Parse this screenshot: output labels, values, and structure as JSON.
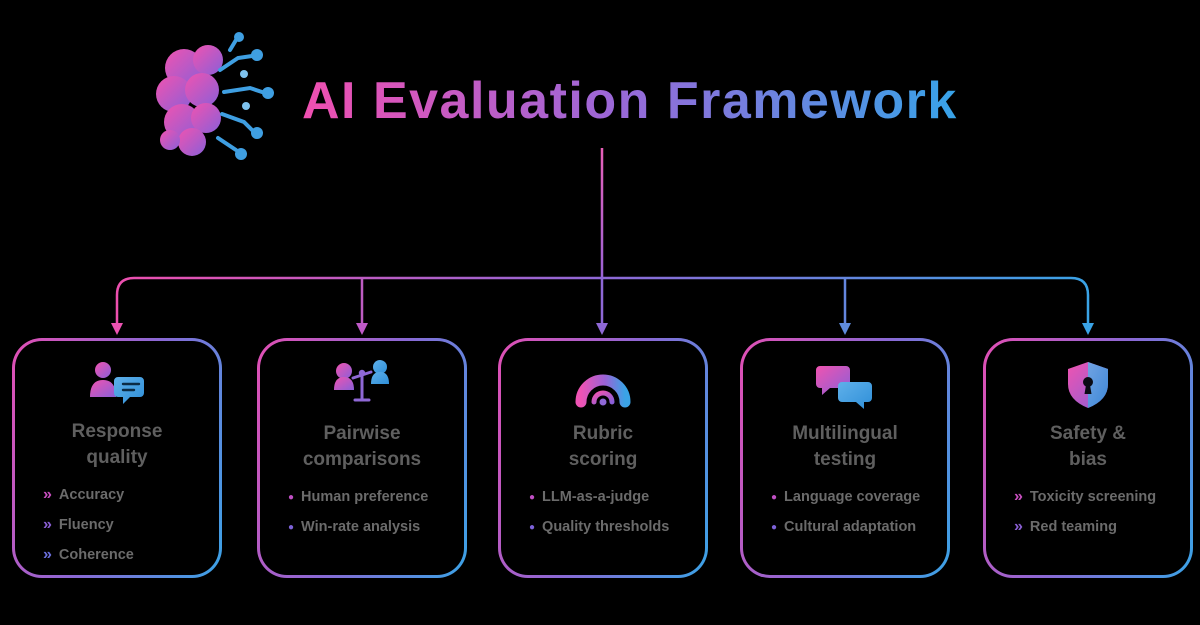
{
  "header": {
    "title": "AI Evaluation Framework",
    "logo_icon": "brain-circuit-icon"
  },
  "palette": {
    "pink": "#ee4fae",
    "purple": "#8a66d4",
    "blue": "#3aa3e6",
    "card_text_gray": "#5f5f5f",
    "bullet_text_gray": "#6b6b6b",
    "background": "#000000"
  },
  "cards": [
    {
      "id": "response-quality",
      "icon": "user-chat-icon",
      "title_lines": [
        "Response",
        "quality"
      ],
      "bullets": [
        {
          "glyph": "»",
          "color": "#c94fc0",
          "text": "Accuracy"
        },
        {
          "glyph": "»",
          "color": "#8a5fd4",
          "text": "Fluency"
        },
        {
          "glyph": "»",
          "color": "#6b6fdd",
          "text": "Coherence"
        }
      ]
    },
    {
      "id": "pairwise-comparisons",
      "icon": "scale-compare-icon",
      "title_lines": [
        "Pairwise",
        "comparisons"
      ],
      "bullets": [
        {
          "glyph": "●",
          "color": "#c04fc4",
          "text": "Human preference"
        },
        {
          "glyph": "●",
          "color": "#7d62d8",
          "text": "Win-rate analysis"
        }
      ]
    },
    {
      "id": "rubric-scoring",
      "icon": "gauge-icon",
      "title_lines": [
        "Rubric",
        "scoring"
      ],
      "bullets": [
        {
          "glyph": "●",
          "color": "#c04fc4",
          "text": "LLM-as-a-judge"
        },
        {
          "glyph": "●",
          "color": "#7d62d8",
          "text": "Quality thresholds"
        }
      ]
    },
    {
      "id": "multilingual-testing",
      "icon": "chat-bubbles-icon",
      "title_lines": [
        "Multilingual",
        "testing"
      ],
      "bullets": [
        {
          "glyph": "●",
          "color": "#c04fc4",
          "text": "Language coverage"
        },
        {
          "glyph": "●",
          "color": "#7d62d8",
          "text": "Cultural adaptation"
        }
      ]
    },
    {
      "id": "safety-bias",
      "icon": "shield-icon",
      "title_lines": [
        "Safety &",
        "bias"
      ],
      "bullets": [
        {
          "glyph": "»",
          "color": "#c94fc0",
          "text": "Toxicity screening"
        },
        {
          "glyph": "»",
          "color": "#8a5fd4",
          "text": "Red teaming"
        }
      ]
    }
  ]
}
